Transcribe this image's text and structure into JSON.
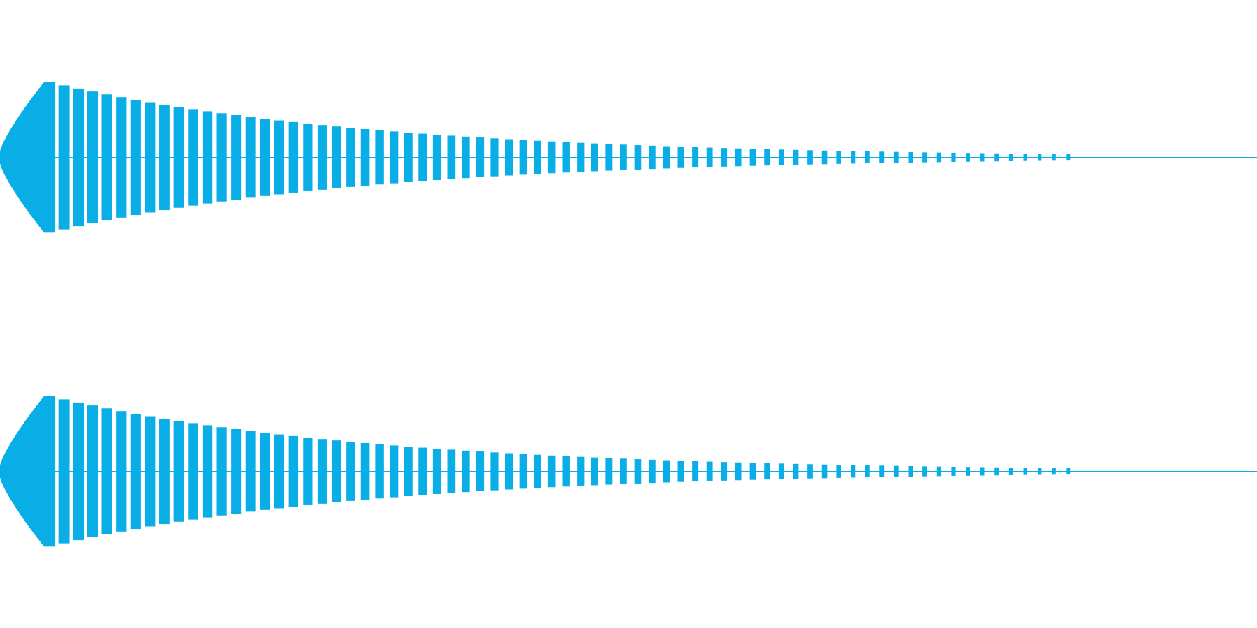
{
  "waveform": {
    "color": "#0aaee6",
    "background": "#ffffff",
    "channels": [
      {
        "id": "channel-1",
        "peak_amplitude": 0.98
      },
      {
        "id": "channel-2",
        "peak_amplitude": 0.98
      }
    ],
    "envelope": {
      "attack_fraction": 0.035,
      "decay_rate": 3.2,
      "pulse_count": 72,
      "active_fraction": 0.86,
      "min_visible_amplitude": 0.012
    }
  }
}
